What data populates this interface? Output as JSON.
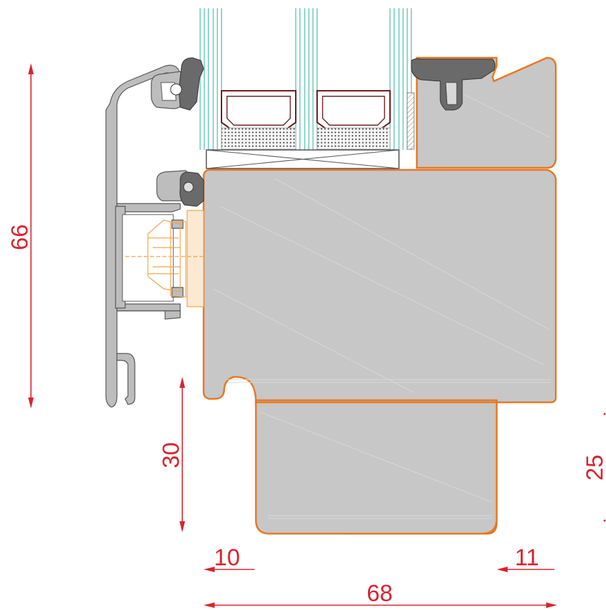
{
  "dimensions": {
    "vertical_left": "66",
    "vertical_middle": "30",
    "vertical_right": "25",
    "horizontal_left": "10",
    "horizontal_right": "11",
    "horizontal_total": "68"
  },
  "colors": {
    "dimension": "#d9232d",
    "wood_outline": "#e87722",
    "wood_fill": "#c7c7c7",
    "glass": "#37b3a4",
    "spacer": "#6b1a1f",
    "hardware": "#f0a54a"
  },
  "icons": {
    "dimension_arrow": "arrowhead"
  }
}
